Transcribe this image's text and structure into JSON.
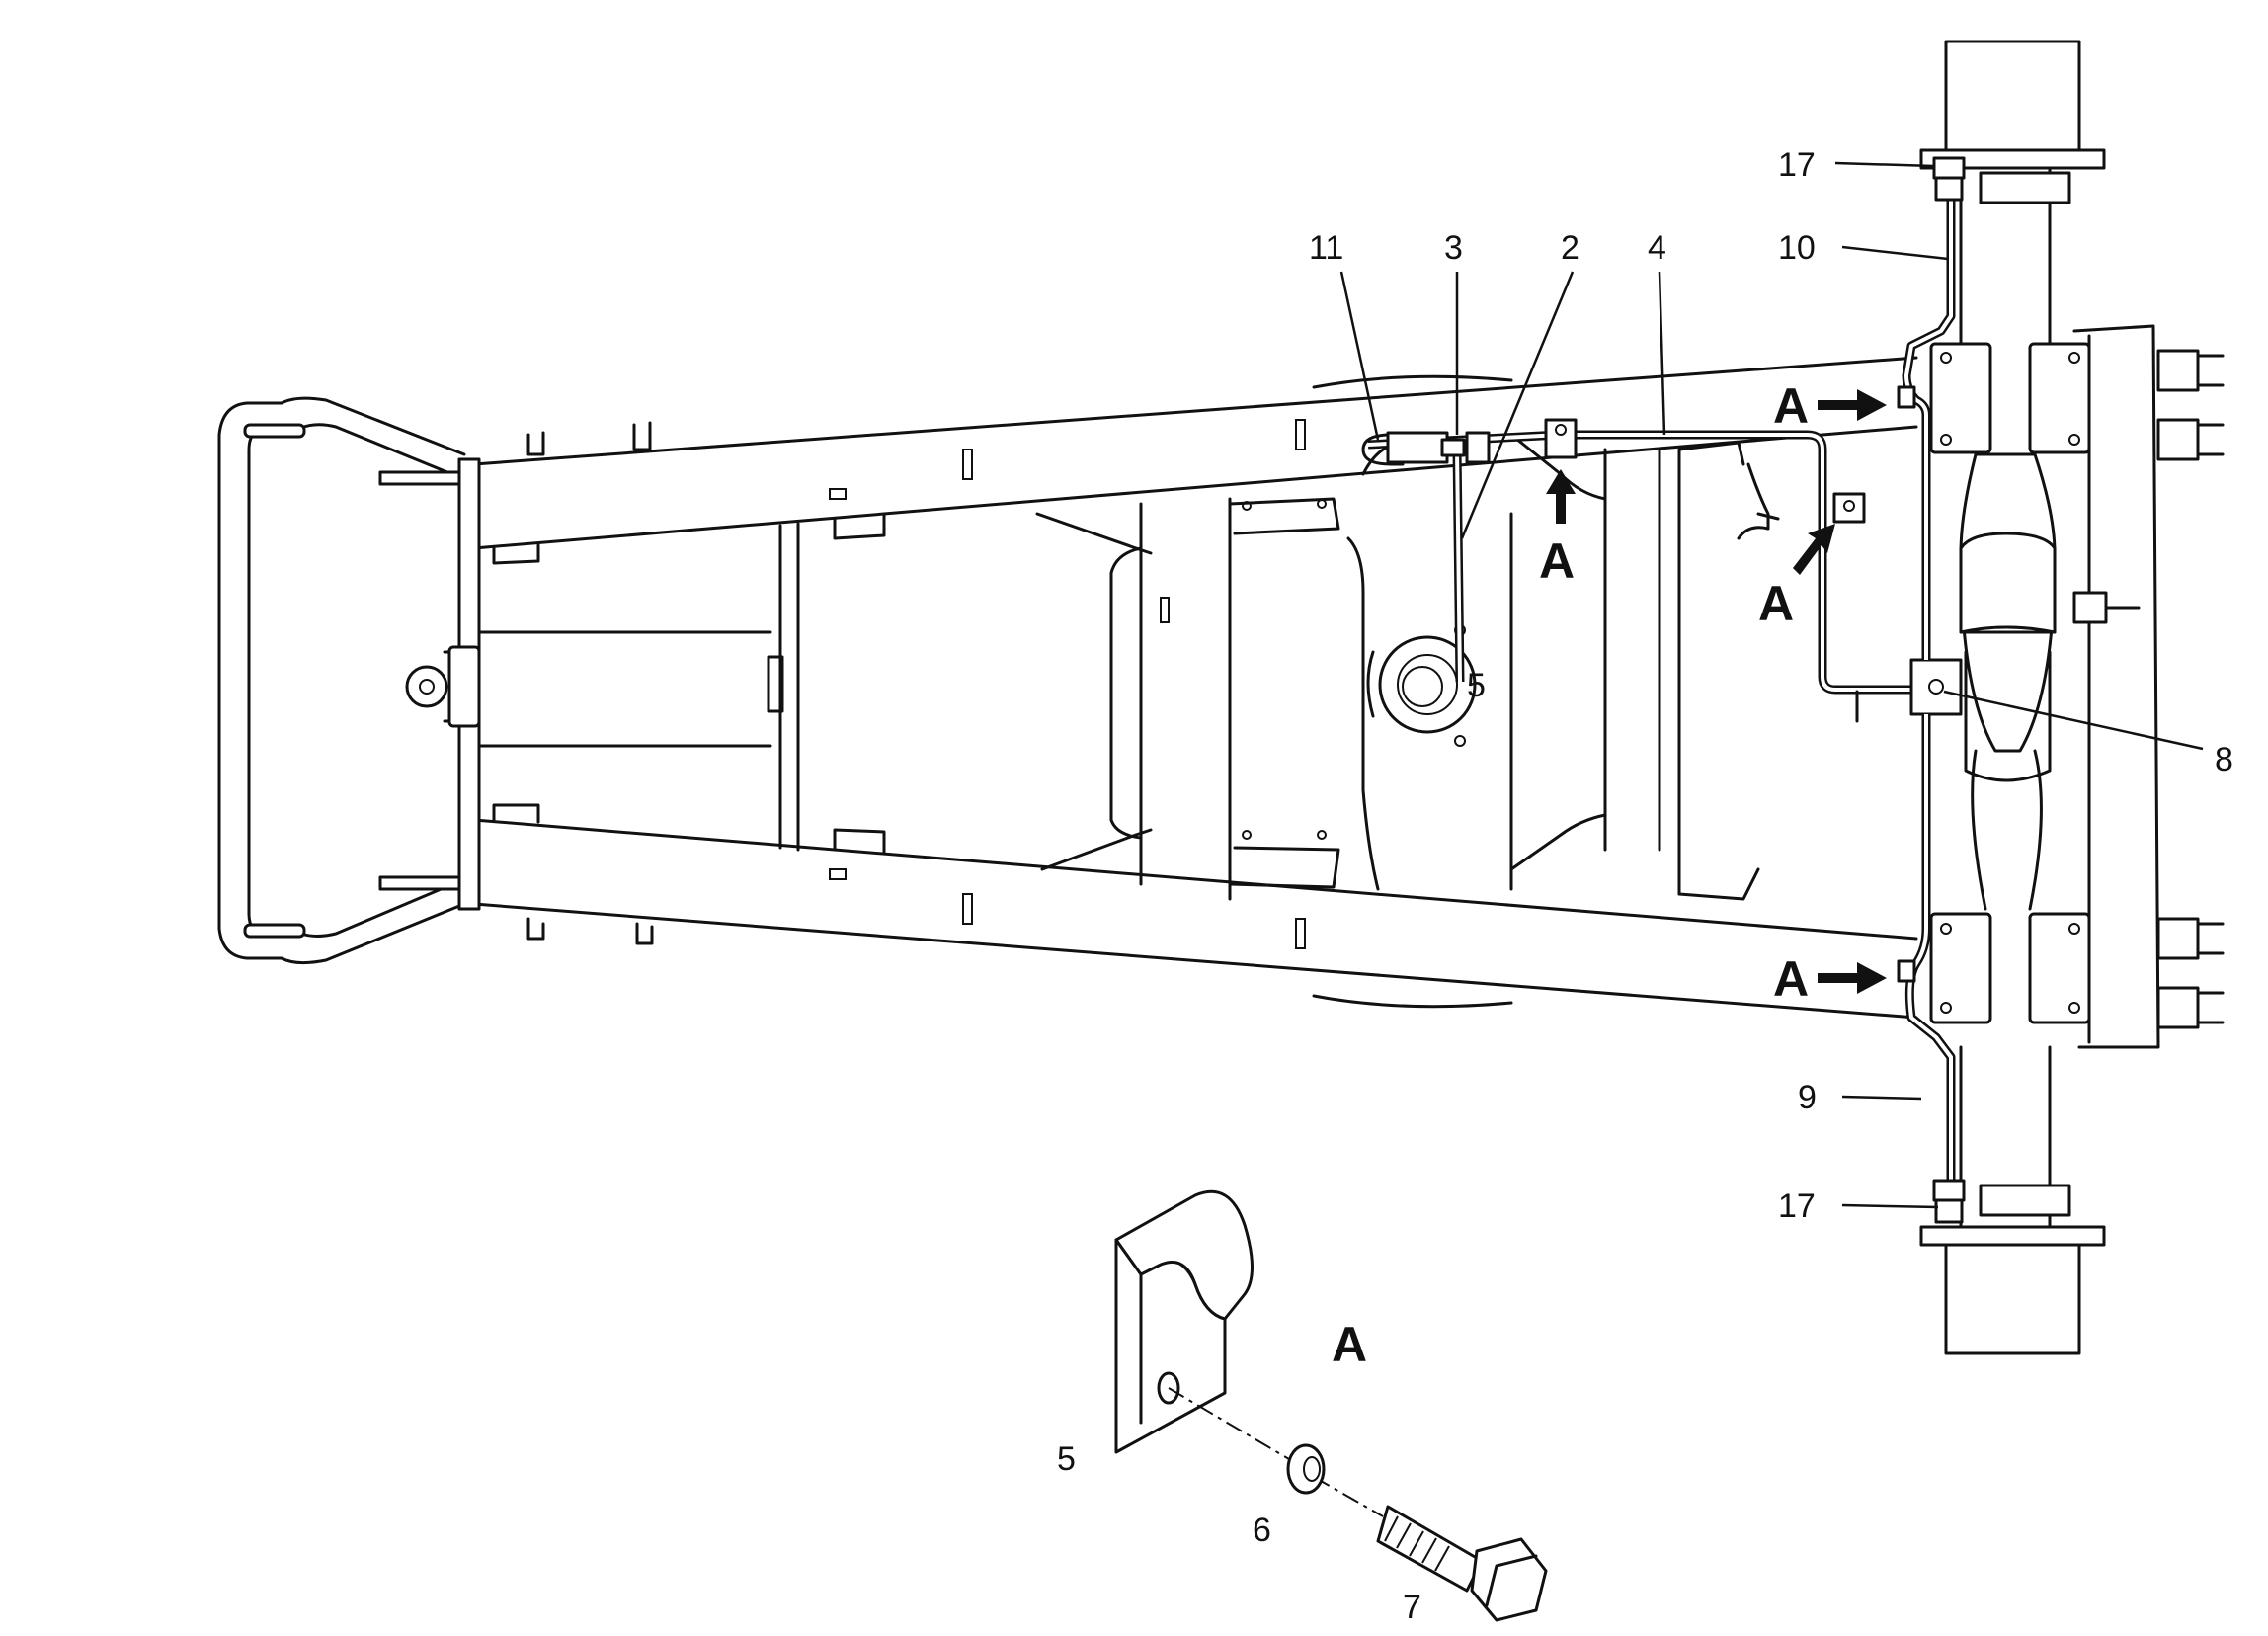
{
  "figure": {
    "callouts": {
      "c11": "11",
      "c3": "3",
      "c2": "2",
      "c4": "4",
      "c17_top": "17",
      "c10": "10",
      "c8": "8",
      "c9": "9",
      "c17_bottom": "17",
      "c5_axle": "5",
      "c5_detail": "5",
      "c6": "6",
      "c7": "7"
    },
    "view_markers": {
      "a_upper_right": "A",
      "a_lower_right": "A",
      "a_center": "A",
      "a_right_clip": "A",
      "detail_title": "A"
    }
  }
}
